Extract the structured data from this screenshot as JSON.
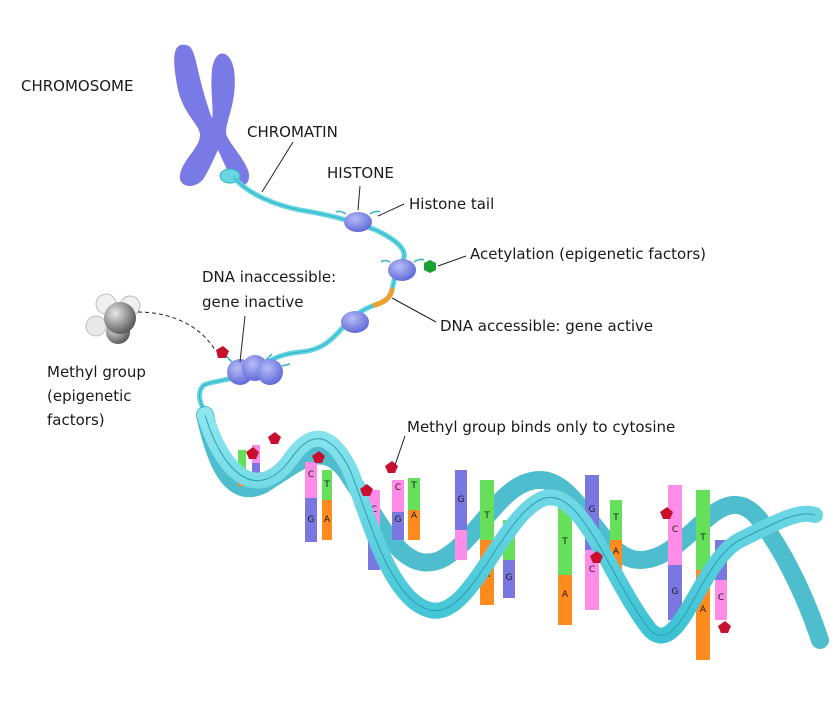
{
  "labels": {
    "chromosome": "CHROMOSOME",
    "chromatin": "CHROMATIN",
    "histone": "HISTONE",
    "histone_tail": "Histone tail",
    "acetylation": "Acetylation (epigenetic factors)",
    "dna_inaccessible_line1": "DNA inaccessible:",
    "dna_inaccessible_line2": "gene inactive",
    "dna_accessible": "DNA accessible: gene active",
    "methyl_group_line1": "Methyl group",
    "methyl_group_line2": "(epigenetic",
    "methyl_group_line3": "factors)",
    "methyl_binds": "Methyl group binds only to cytosine"
  },
  "colors": {
    "chromosome": "#7a7ae6",
    "dna_strand": "#5fd3e0",
    "dna_strand_dark": "#2fb3c6",
    "histone": "#7f86e8",
    "acetyl_marker": "#18a030",
    "methyl_marker": "#c8102e",
    "accessible_dna": "#f0a030",
    "base_C": "#ff8ce6",
    "base_G": "#7a78e0",
    "base_T": "#66e05a",
    "base_A": "#ff8a1e"
  },
  "bases": {
    "C": "C",
    "G": "G",
    "T": "T",
    "A": "A"
  }
}
